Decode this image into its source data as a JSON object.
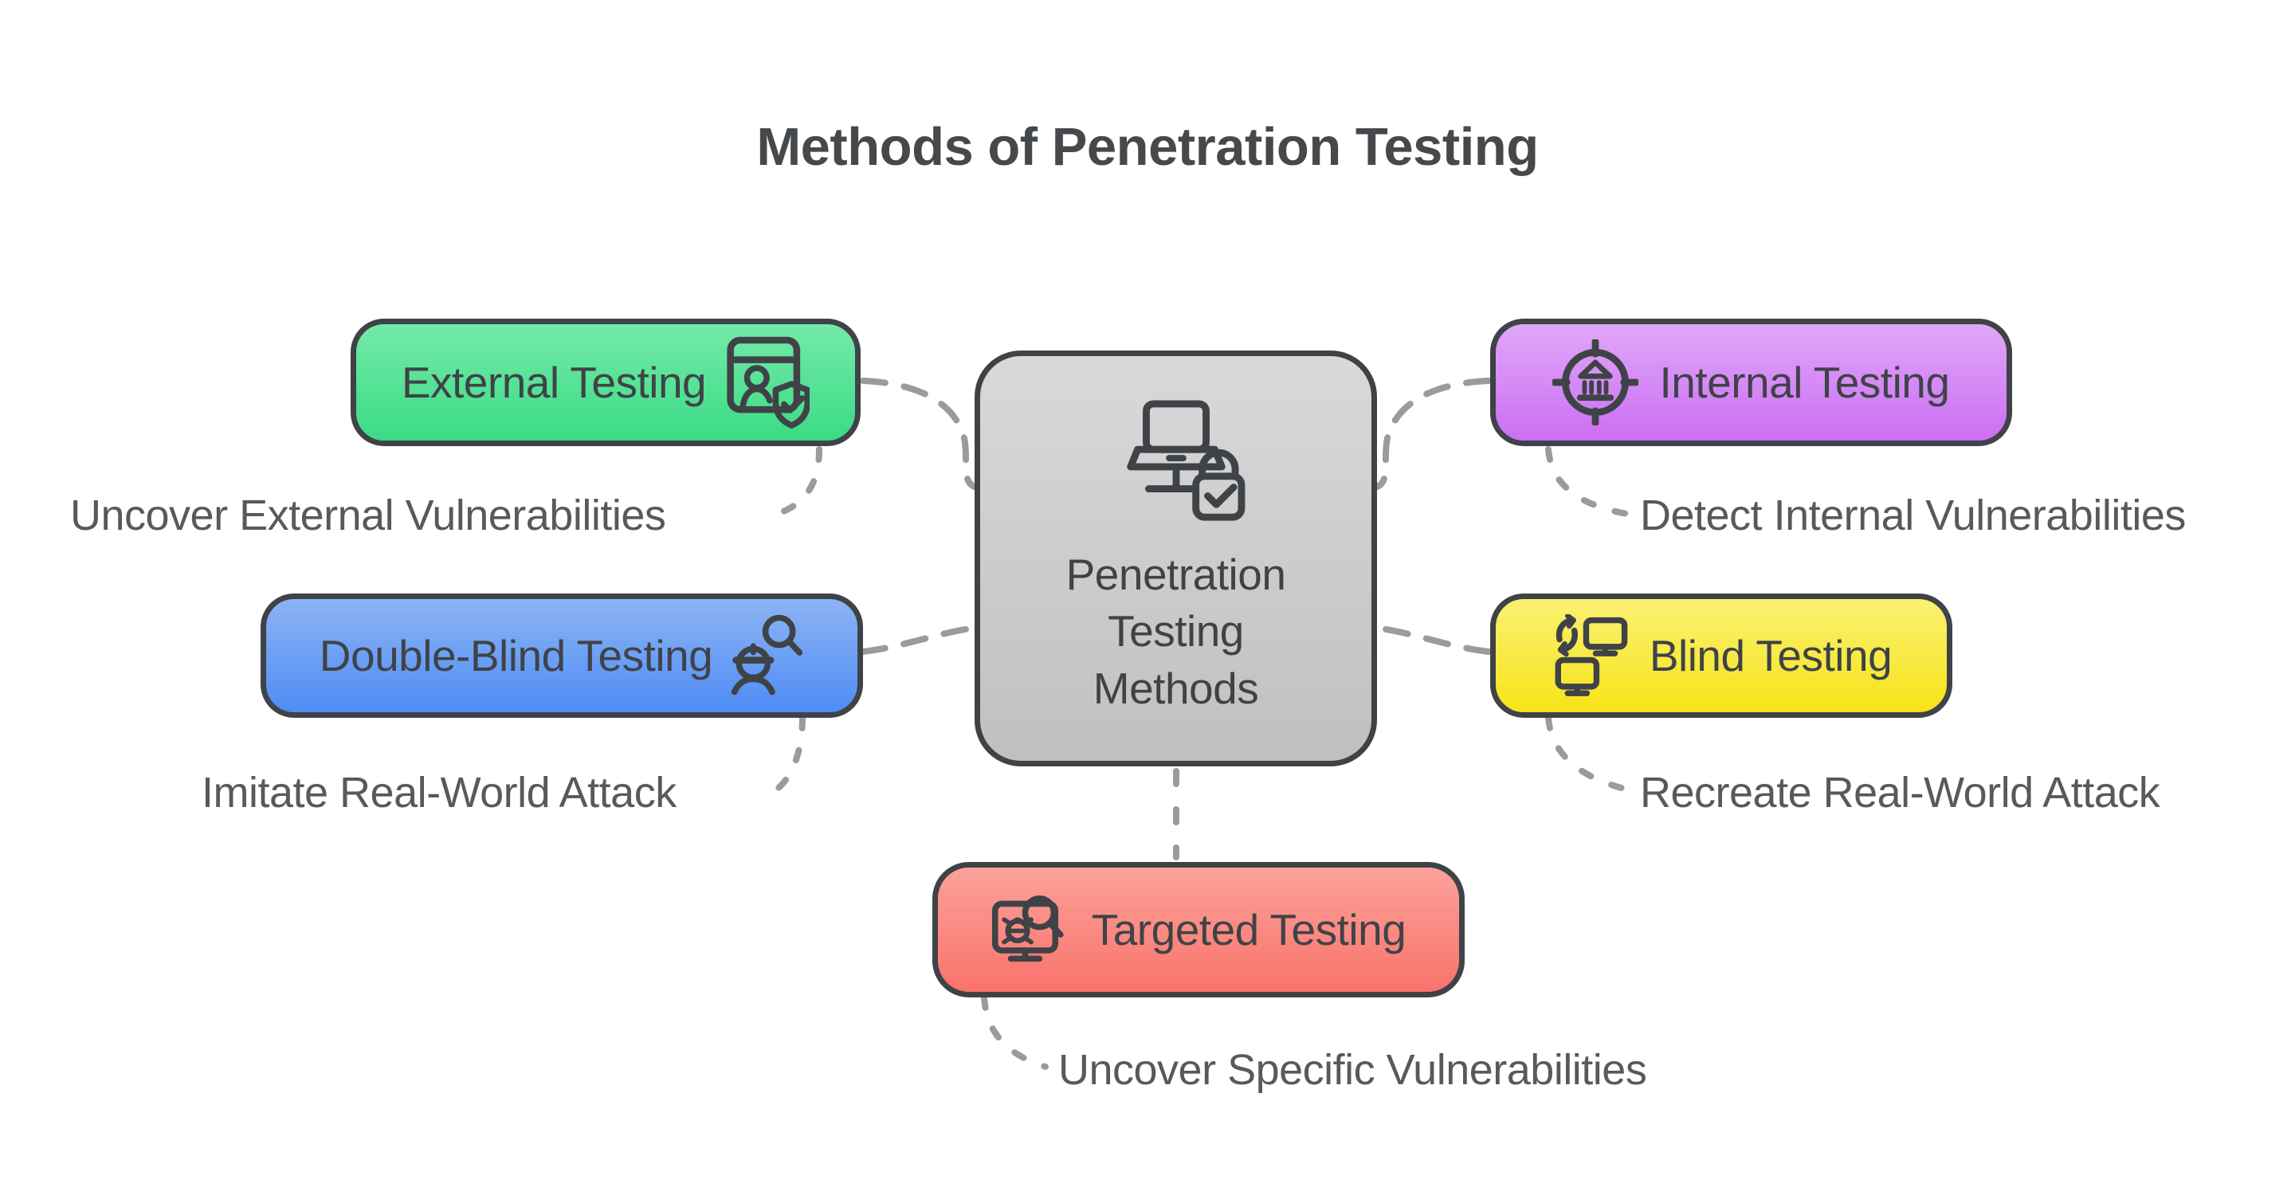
{
  "title": "Methods of Penetration Testing",
  "center": {
    "label": "Penetration Testing Methods",
    "icon": "secure-network-lock-icon",
    "color_top": "#D9D9D9",
    "color_bottom": "#C0C0C0"
  },
  "methods": [
    {
      "id": "external",
      "label": "External Testing",
      "caption": "Uncover External Vulnerabilities",
      "icon": "verified-user-window-icon",
      "color_top": "#74EAA8",
      "color_bottom": "#3BDB86"
    },
    {
      "id": "internal",
      "label": "Internal Testing",
      "caption": "Detect Internal Vulnerabilities",
      "icon": "building-target-icon",
      "color_top": "#E0A7F8",
      "color_bottom": "#CB6EF4"
    },
    {
      "id": "double-blind",
      "label": "Double-Blind Testing",
      "caption": "Imitate Real-World Attack",
      "icon": "blindfolded-person-magnifier-icon",
      "color_top": "#8CB4F4",
      "color_bottom": "#4F8CF5"
    },
    {
      "id": "blind",
      "label": "Blind Testing",
      "caption": "Recreate Real-World Attack",
      "icon": "monitors-sync-icon",
      "color_top": "#FAF173",
      "color_bottom": "#F7E318"
    },
    {
      "id": "targeted",
      "label": "Targeted Testing",
      "caption": "Uncover Specific Vulnerabilities",
      "icon": "bug-scan-monitor-icon",
      "color_top": "#FBA29A",
      "color_bottom": "#F9736B"
    }
  ],
  "colors": {
    "background": "#FFFFFF",
    "outline": "#3F4347",
    "connector": "#9B9B9B",
    "caption_text": "#57595B",
    "title_text": "#46494C"
  }
}
